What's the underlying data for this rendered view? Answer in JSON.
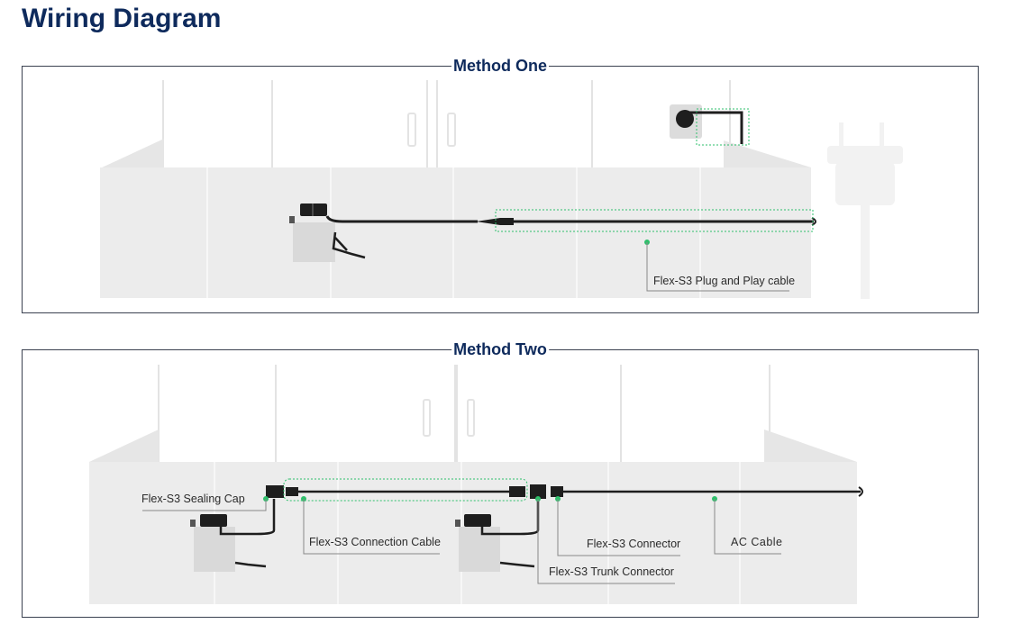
{
  "title": "Wiring Diagram",
  "methods": [
    {
      "label": "Method One",
      "callouts": {
        "plug_cable": "Flex-S3 Plug and Play cable"
      }
    },
    {
      "label": "Method Two",
      "callouts": {
        "sealing_cap": "Flex-S3 Sealing Cap",
        "connection_cable": "Flex-S3 Connection Cable",
        "connector": "Flex-S3 Connector",
        "trunk_connector": "Flex-S3 Trunk Connector",
        "ac_cable": "AC Cable"
      }
    }
  ],
  "colors": {
    "heading": "#0e2a5c",
    "accent": "#2ebf6b",
    "cable": "#1e1e1e"
  }
}
